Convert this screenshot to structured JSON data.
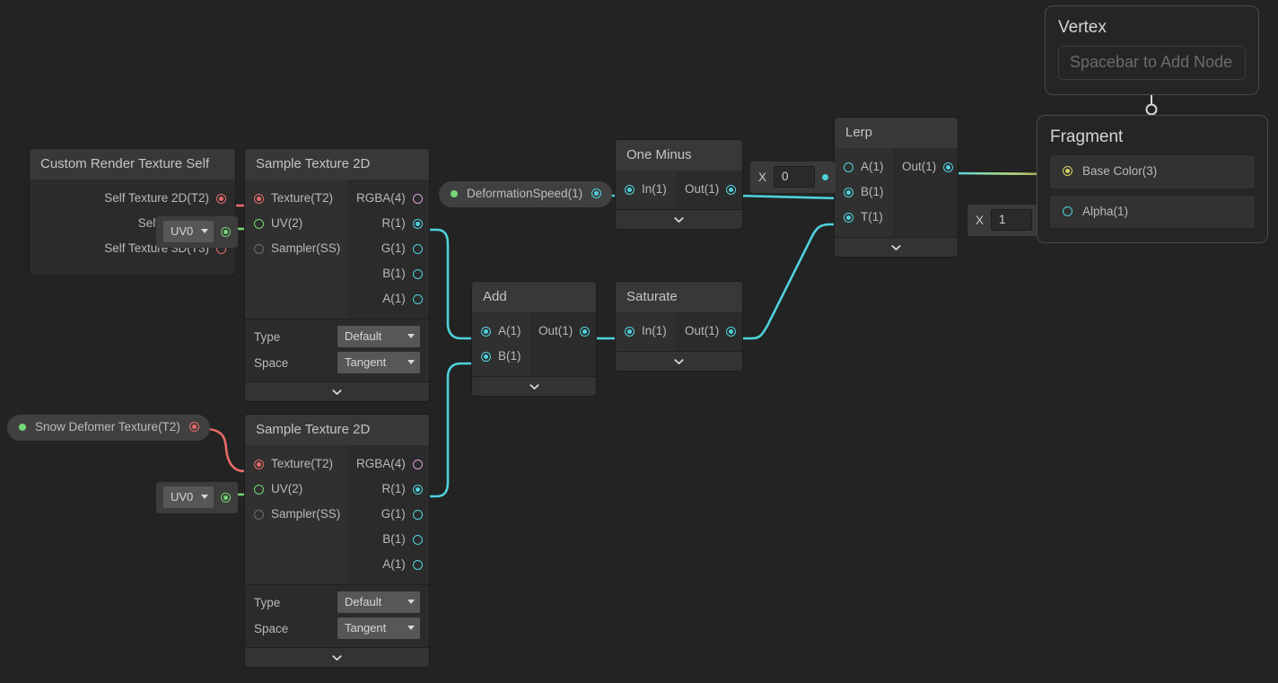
{
  "app": {
    "background": "#232323",
    "accent_cyan": "#4fd2dd",
    "accent_red": "#e86a6a",
    "accent_green": "#74d674",
    "accent_yellow": "#d6d46a",
    "accent_pink": "#d9a0d9"
  },
  "nodes": {
    "custom_render_texture_self": {
      "title": "Custom Render Texture Self",
      "outputs": [
        {
          "label": "Self Texture 2D(T2)",
          "color": "red",
          "filled": true
        },
        {
          "label": "Self Texture (",
          "color": "red",
          "filled": false
        },
        {
          "label": "Self Texture 3D(T3)",
          "color": "red",
          "filled": false
        }
      ]
    },
    "sample_texture_2d_top": {
      "title": "Sample Texture 2D",
      "inputs": [
        {
          "label": "Texture(T2)",
          "color": "red",
          "filled": true
        },
        {
          "label": "UV(2)",
          "color": "green",
          "filled": false
        },
        {
          "label": "Sampler(SS)",
          "color": "gray",
          "filled": false
        }
      ],
      "outputs": [
        {
          "label": "RGBA(4)",
          "color": "pink",
          "filled": false
        },
        {
          "label": "R(1)",
          "color": "cyan",
          "filled": true
        },
        {
          "label": "G(1)",
          "color": "cyan",
          "filled": false
        },
        {
          "label": "B(1)",
          "color": "cyan",
          "filled": false
        },
        {
          "label": "A(1)",
          "color": "cyan",
          "filled": false
        }
      ],
      "settings": [
        {
          "label": "Type",
          "value": "Default"
        },
        {
          "label": "Space",
          "value": "Tangent"
        }
      ]
    },
    "sample_texture_2d_bottom": {
      "title": "Sample Texture 2D",
      "inputs": [
        {
          "label": "Texture(T2)",
          "color": "red",
          "filled": true
        },
        {
          "label": "UV(2)",
          "color": "green",
          "filled": false
        },
        {
          "label": "Sampler(SS)",
          "color": "gray",
          "filled": false
        }
      ],
      "outputs": [
        {
          "label": "RGBA(4)",
          "color": "pink",
          "filled": false
        },
        {
          "label": "R(1)",
          "color": "cyan",
          "filled": true
        },
        {
          "label": "G(1)",
          "color": "cyan",
          "filled": false
        },
        {
          "label": "B(1)",
          "color": "cyan",
          "filled": false
        },
        {
          "label": "A(1)",
          "color": "cyan",
          "filled": false
        }
      ],
      "settings": [
        {
          "label": "Type",
          "value": "Default"
        },
        {
          "label": "Space",
          "value": "Tangent"
        }
      ]
    },
    "add": {
      "title": "Add",
      "inputs": [
        {
          "label": "A(1)",
          "color": "cyan",
          "filled": true
        },
        {
          "label": "B(1)",
          "color": "cyan",
          "filled": true
        }
      ],
      "outputs": [
        {
          "label": "Out(1)",
          "color": "cyan",
          "filled": true
        }
      ]
    },
    "saturate": {
      "title": "Saturate",
      "inputs": [
        {
          "label": "In(1)",
          "color": "cyan",
          "filled": true
        }
      ],
      "outputs": [
        {
          "label": "Out(1)",
          "color": "cyan",
          "filled": true
        }
      ]
    },
    "one_minus": {
      "title": "One Minus",
      "inputs": [
        {
          "label": "In(1)",
          "color": "cyan",
          "filled": true
        }
      ],
      "outputs": [
        {
          "label": "Out(1)",
          "color": "cyan",
          "filled": true
        }
      ]
    },
    "lerp": {
      "title": "Lerp",
      "inputs": [
        {
          "label": "A(1)",
          "color": "cyan",
          "filled": false
        },
        {
          "label": "B(1)",
          "color": "cyan",
          "filled": true
        },
        {
          "label": "T(1)",
          "color": "cyan",
          "filled": true
        }
      ],
      "outputs": [
        {
          "label": "Out(1)",
          "color": "cyan",
          "filled": true
        }
      ]
    }
  },
  "widgets": {
    "uv_top": {
      "value": "UV0",
      "port_color": "green"
    },
    "uv_bottom": {
      "value": "UV0",
      "port_color": "green"
    },
    "x_zero": {
      "label": "X",
      "value": "0"
    },
    "x_one": {
      "label": "X",
      "value": "1"
    }
  },
  "properties": {
    "deformation_speed": {
      "label": "DeformationSpeed(1)",
      "port_color": "cyan",
      "filled": true
    },
    "snow_deformer_texture": {
      "label": "Snow Defomer Texture(T2)",
      "port_color": "red",
      "filled": true
    }
  },
  "stacks": {
    "vertex": {
      "title": "Vertex",
      "empty_hint": "Spacebar to Add Node"
    },
    "fragment": {
      "title": "Fragment",
      "blocks": [
        {
          "label": "Base Color(3)",
          "color": "yellow",
          "filled": true
        },
        {
          "label": "Alpha(1)",
          "color": "cyan",
          "filled": false
        }
      ]
    }
  }
}
